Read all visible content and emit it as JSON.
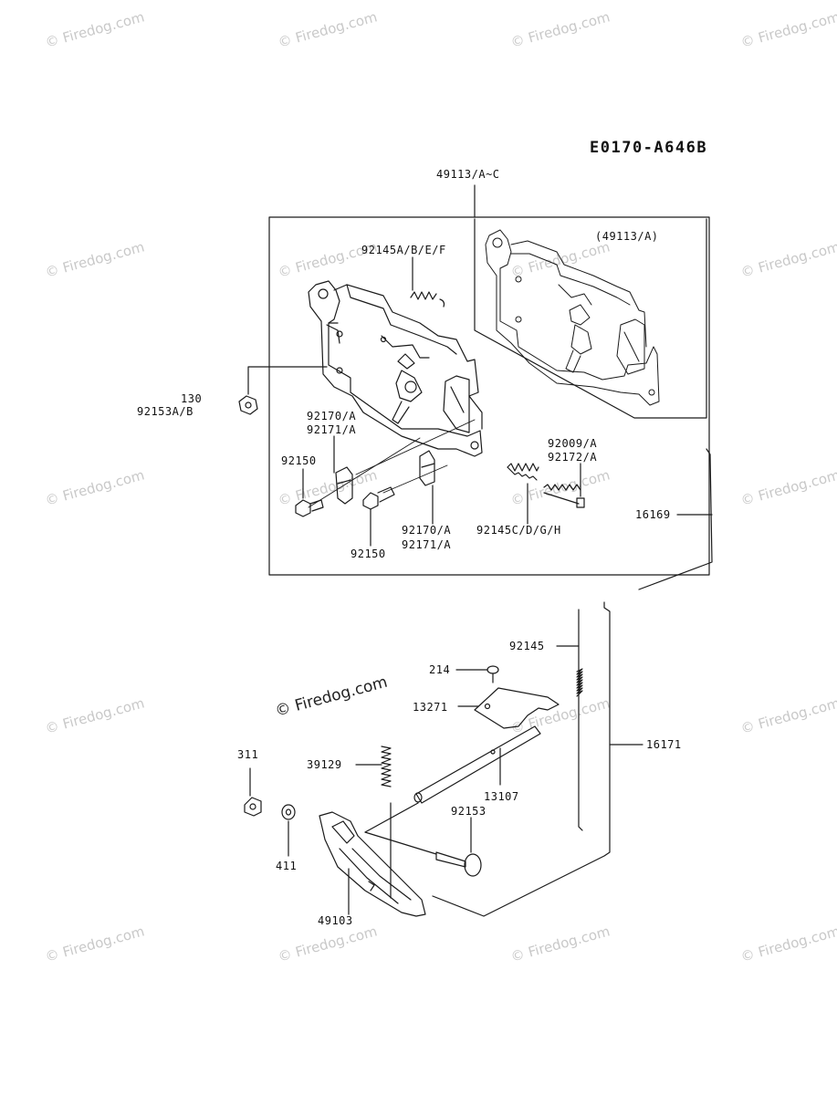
{
  "diagram_code": "E0170-A646B",
  "watermark": "© Firedog.com",
  "labels": {
    "assembly_top": "49113/A~C",
    "inset_variant": "(49113/A)",
    "spring_top": "92145A/B/E/F",
    "nut_130": "130",
    "nut_92153": "92153A/B",
    "clip_upper_1": "92170/A",
    "clip_upper_2": "92171/A",
    "bolt_left": "92150",
    "screw_right_1": "92009/A",
    "screw_right_2": "92172/A",
    "clip_lower_1": "92170/A",
    "clip_lower_2": "92171/A",
    "spring_lower": "92145C/D/G/H",
    "bolt_lower": "92150",
    "rod_16169": "16169",
    "spring_92145": "92145",
    "screw_214": "214",
    "plate_13271": "13271",
    "rod_16171": "16171",
    "nut_311": "311",
    "spring_39129": "39129",
    "shaft_13107": "13107",
    "bolt_92153": "92153",
    "washer_411": "411",
    "lever_49103": "49103"
  }
}
